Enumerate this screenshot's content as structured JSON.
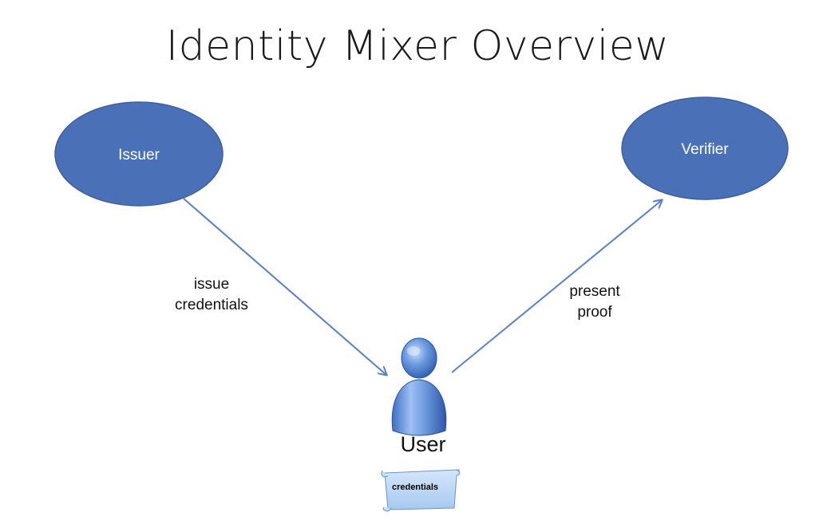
{
  "title": "Identity Mixer Overview",
  "nodes": {
    "issuer": "Issuer",
    "verifier": "Verifier",
    "user": "User"
  },
  "edges": {
    "issue": [
      "issue",
      "credentials"
    ],
    "present": [
      "present",
      "proof"
    ]
  },
  "document": {
    "label": "credentials"
  },
  "colors": {
    "node_fill": "#4a71b8",
    "node_stroke": "#3e5f9c",
    "arrow": "#5b7fc8",
    "scroll_fill": "#b8d6f5"
  }
}
